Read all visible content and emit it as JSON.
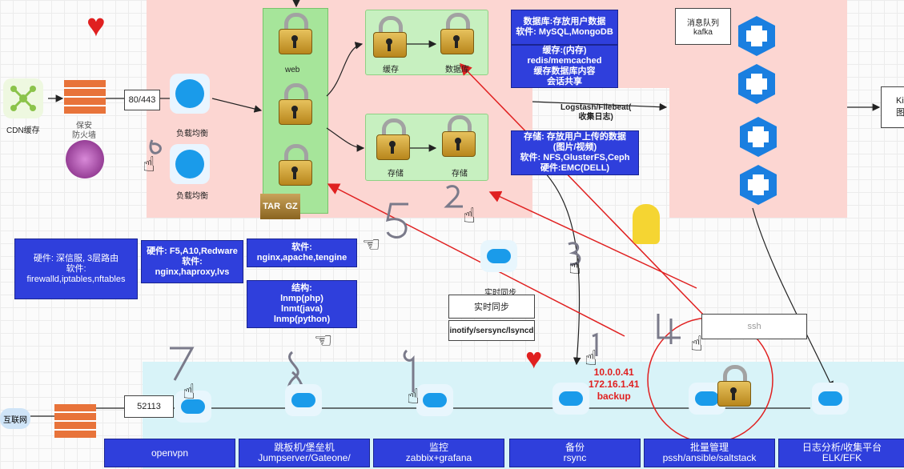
{
  "labels": {
    "cdn": "CDN缓存",
    "firewall_top": "保安\n防火墙",
    "port_80": "80/443",
    "lb1": "负载均衡",
    "lb2": "负载均衡",
    "web": "web",
    "cache": "缓存",
    "database": "数据库",
    "storage1": "存储",
    "storage2": "存储",
    "mq": "消息队列\nkafka",
    "logstash": "Logstash/Filebeat(\n收集日志)",
    "tar": "TAR",
    "gz": "GZ",
    "realtime_sync_icon": "实时同步",
    "realtime_sync_box": "实时同步",
    "sync_tools": "inotify/sersync/lsyncd",
    "port_52113": "52113",
    "internet": "互联网",
    "ssh": "ssh",
    "ip_info": "10.0.0.41\n172.16.1.41\nbackup",
    "right_edge_label": "Ki\n图"
  },
  "db_box": "数据库:存放用户数据\n软件: MySQL,MongoDB",
  "cache_box": "缓存:(内存)\nredis/memcached\n缓存数据库内容\n会话共享",
  "storage_box": "存储: 存放用户上传的数据\n(图片/视频)\n软件: NFS,GlusterFS,Ceph\n硬件:EMC(DELL)",
  "hw_box": "硬件: 深信服, 3层路由\n软件:\nfirewalld,iptables,nftables",
  "lb_box": "硬件: F5,A10,Redware\n软件:\nnginx,haproxy,lvs",
  "web_sw_box": "软件:\nnginx,apache,tengine",
  "web_struct_box": "结构:\nlnmp(php)\nlnmt(java)\nlnmp(python)",
  "bottom_tabs": [
    {
      "title": "openvpn",
      "sub": ""
    },
    {
      "title": "跳板机/堡垒机",
      "sub": "Jumpserver/Gateone/"
    },
    {
      "title": "监控",
      "sub": "zabbix+grafana"
    },
    {
      "title": "备份",
      "sub": "rsync"
    },
    {
      "title": "批量管理",
      "sub": "pssh/ansible/saltstack"
    },
    {
      "title": "日志分析/收集平台",
      "sub": "ELK/EFK"
    }
  ],
  "numbers": [
    "6",
    "5",
    "2",
    "3",
    "7",
    "8",
    "9",
    "1",
    "4"
  ],
  "colors": {
    "pink": "#fcd6d2",
    "cyan": "#d8f3f8",
    "blue": "#2f3fdc",
    "red": "#e02020"
  }
}
